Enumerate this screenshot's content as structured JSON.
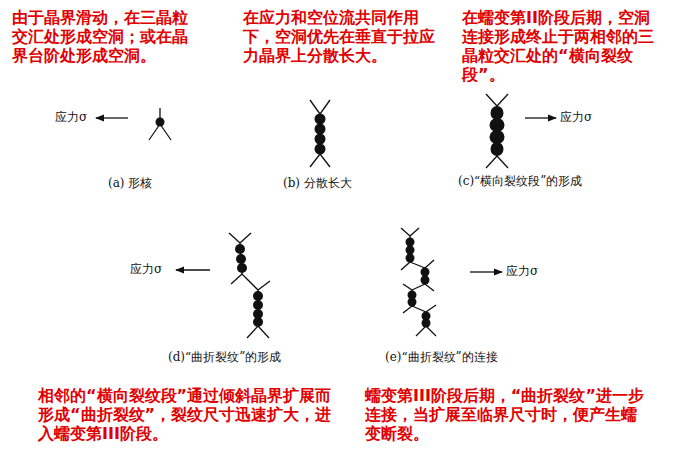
{
  "diagram": {
    "labels": [
      "由于晶界滑动，在三晶粒交汇处形成空洞；或在晶界台阶处形成空洞。",
      "在应力和空位流共同作用下，空洞优先在垂直于拉应力晶界上分散长大。",
      "在蠕变第II阶段后期，空洞连接形成终止于两相邻的三晶粒交汇处的“横向裂纹段”。",
      "应力σ",
      "(a) 形核",
      "(b) 分散长大",
      "应力σ",
      "(c)“横向裂纹段”的形成",
      "应力σ",
      "(d)“曲折裂纹”的形成",
      "应力σ",
      "(e)“曲折裂纹”的连接",
      "相邻的“横向裂纹段”通过倾斜晶界扩展而形成“曲折裂纹”，裂纹尺寸迅速扩大，进入蠕变第III阶段。",
      "蠕变第III阶段后期，“曲折裂纹”进一步连接，当扩展至临界尺寸时，便产生蠕变断裂。"
    ]
  }
}
